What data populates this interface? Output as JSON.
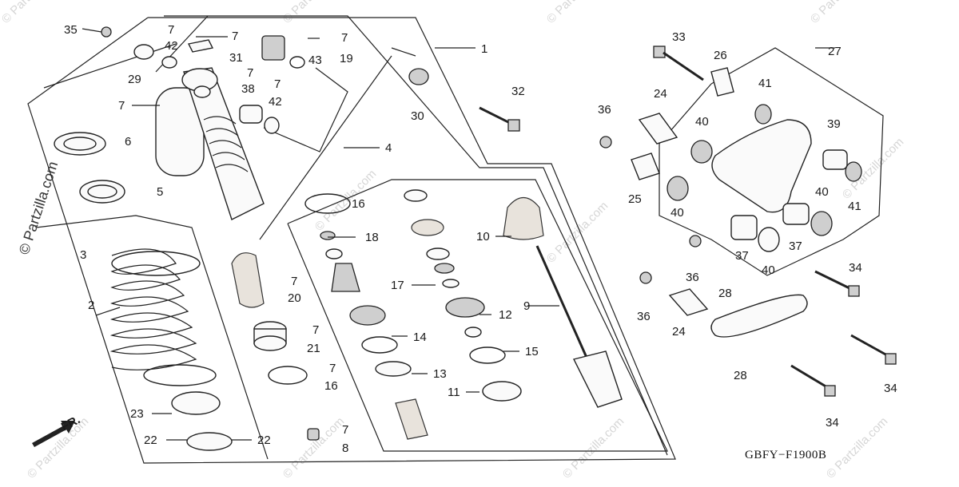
{
  "diagram": {
    "part_code": "GBFY−F1900B",
    "front_indicator": "FR.",
    "watermarks": {
      "vertical": "© Partzilla.com",
      "diagonal": "© Partzilla.com"
    },
    "callouts": [
      {
        "id": "c35",
        "text": "35"
      },
      {
        "id": "c29",
        "text": "29"
      },
      {
        "id": "c7a",
        "text": "7"
      },
      {
        "id": "c42a",
        "text": "42"
      },
      {
        "id": "c7b",
        "text": "7"
      },
      {
        "id": "c31",
        "text": "31"
      },
      {
        "id": "c7c",
        "text": "7"
      },
      {
        "id": "c19",
        "text": "19"
      },
      {
        "id": "c43",
        "text": "43"
      },
      {
        "id": "c1",
        "text": "1"
      },
      {
        "id": "c7d",
        "text": "7"
      },
      {
        "id": "c38",
        "text": "38"
      },
      {
        "id": "c7e",
        "text": "7"
      },
      {
        "id": "c42b",
        "text": "42"
      },
      {
        "id": "c7f",
        "text": "7"
      },
      {
        "id": "c30",
        "text": "30"
      },
      {
        "id": "c32",
        "text": "32"
      },
      {
        "id": "c6",
        "text": "6"
      },
      {
        "id": "c5",
        "text": "5"
      },
      {
        "id": "c4",
        "text": "4"
      },
      {
        "id": "c16a",
        "text": "16"
      },
      {
        "id": "c3",
        "text": "3"
      },
      {
        "id": "c18",
        "text": "18"
      },
      {
        "id": "c10",
        "text": "10"
      },
      {
        "id": "c7g",
        "text": "7"
      },
      {
        "id": "c20",
        "text": "20"
      },
      {
        "id": "c2",
        "text": "2"
      },
      {
        "id": "c17",
        "text": "17"
      },
      {
        "id": "c9",
        "text": "9"
      },
      {
        "id": "c12",
        "text": "12"
      },
      {
        "id": "c7h",
        "text": "7"
      },
      {
        "id": "c21",
        "text": "21"
      },
      {
        "id": "c14",
        "text": "14"
      },
      {
        "id": "c15",
        "text": "15"
      },
      {
        "id": "c7i",
        "text": "7"
      },
      {
        "id": "c16b",
        "text": "16"
      },
      {
        "id": "c13",
        "text": "13"
      },
      {
        "id": "c11",
        "text": "11"
      },
      {
        "id": "c23",
        "text": "23"
      },
      {
        "id": "c22a",
        "text": "22"
      },
      {
        "id": "c22b",
        "text": "22"
      },
      {
        "id": "c7j",
        "text": "7"
      },
      {
        "id": "c8",
        "text": "8"
      },
      {
        "id": "c33",
        "text": "33"
      },
      {
        "id": "c26",
        "text": "26"
      },
      {
        "id": "c27",
        "text": "27"
      },
      {
        "id": "c36a",
        "text": "36"
      },
      {
        "id": "c24a",
        "text": "24"
      },
      {
        "id": "c41a",
        "text": "41"
      },
      {
        "id": "c40a",
        "text": "40"
      },
      {
        "id": "c39",
        "text": "39"
      },
      {
        "id": "c25",
        "text": "25"
      },
      {
        "id": "c40b",
        "text": "40"
      },
      {
        "id": "c40c",
        "text": "40"
      },
      {
        "id": "c41b",
        "text": "41"
      },
      {
        "id": "c37a",
        "text": "37"
      },
      {
        "id": "c37b",
        "text": "37"
      },
      {
        "id": "c40d",
        "text": "40"
      },
      {
        "id": "c36b",
        "text": "36"
      },
      {
        "id": "c34a",
        "text": "34"
      },
      {
        "id": "c36c",
        "text": "36"
      },
      {
        "id": "c24b",
        "text": "24"
      },
      {
        "id": "c28a",
        "text": "28"
      },
      {
        "id": "c28b",
        "text": "28"
      },
      {
        "id": "c34b",
        "text": "34"
      },
      {
        "id": "c34c",
        "text": "34"
      }
    ]
  }
}
